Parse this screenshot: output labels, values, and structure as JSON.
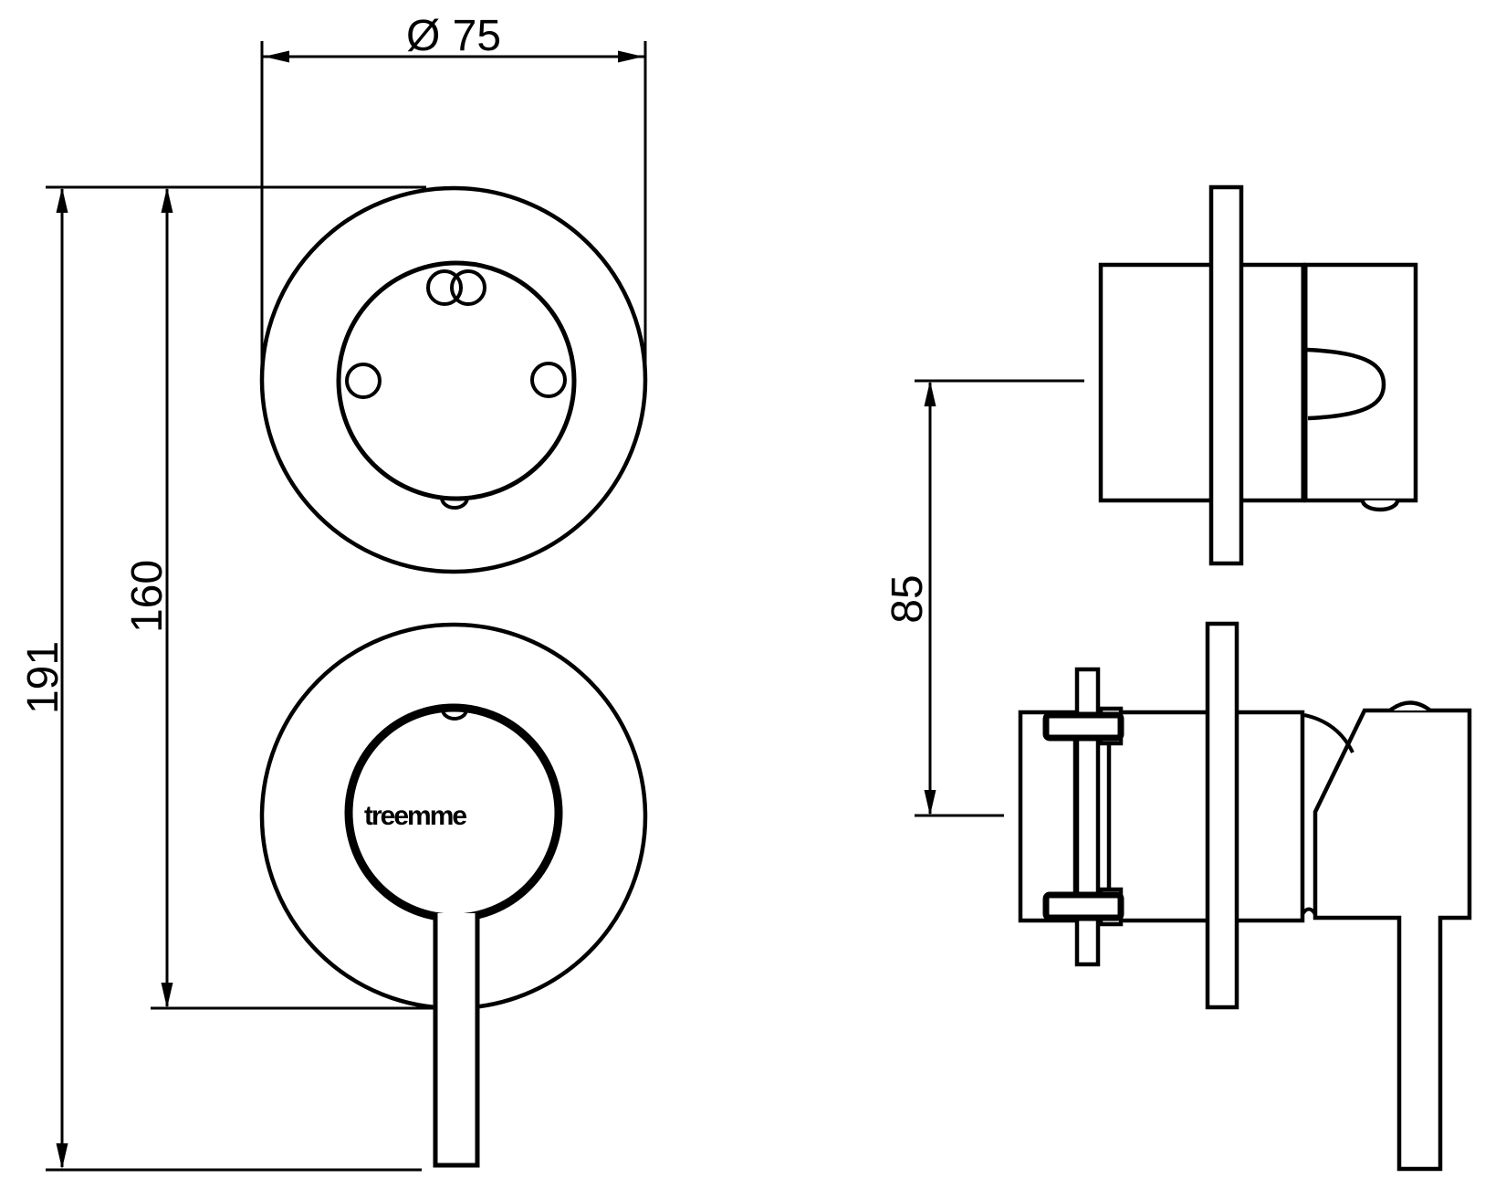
{
  "drawing": {
    "background_color": "#ffffff",
    "line_color": "#000000",
    "dimensions": {
      "diameter_label": "Ø 75",
      "total_height_label": "191",
      "plate_height_label": "160",
      "depth_offset_label": "85"
    },
    "logo_text": "treemme"
  }
}
